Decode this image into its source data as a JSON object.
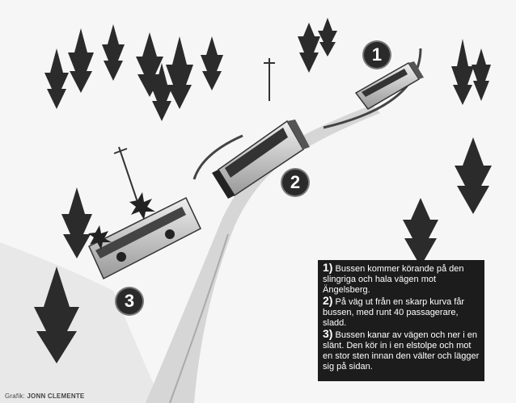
{
  "markers": [
    "1",
    "2",
    "3"
  ],
  "caption": {
    "items": [
      {
        "num": "1)",
        "text": "Bussen kommer körande på den slingriga och hala vägen mot Ängelsberg."
      },
      {
        "num": "2)",
        "text": "På väg ut från en skarp kurva får bussen, med runt 40 passagerare, sladd."
      },
      {
        "num": "3)",
        "text": "Bussen kanar av vägen och ner i en slänt. Den kör in i en elstolpe och mot en stor sten innan den välter och lägger sig på sidan."
      }
    ]
  },
  "credit": {
    "prefix": "Grafik:",
    "name": "JONN CLEMENTE"
  },
  "colors": {
    "ink": "#2a2a2a",
    "caption_bg": "#1c1c1c",
    "snow": "#f4f4f4",
    "road": "#d8d8d8"
  }
}
